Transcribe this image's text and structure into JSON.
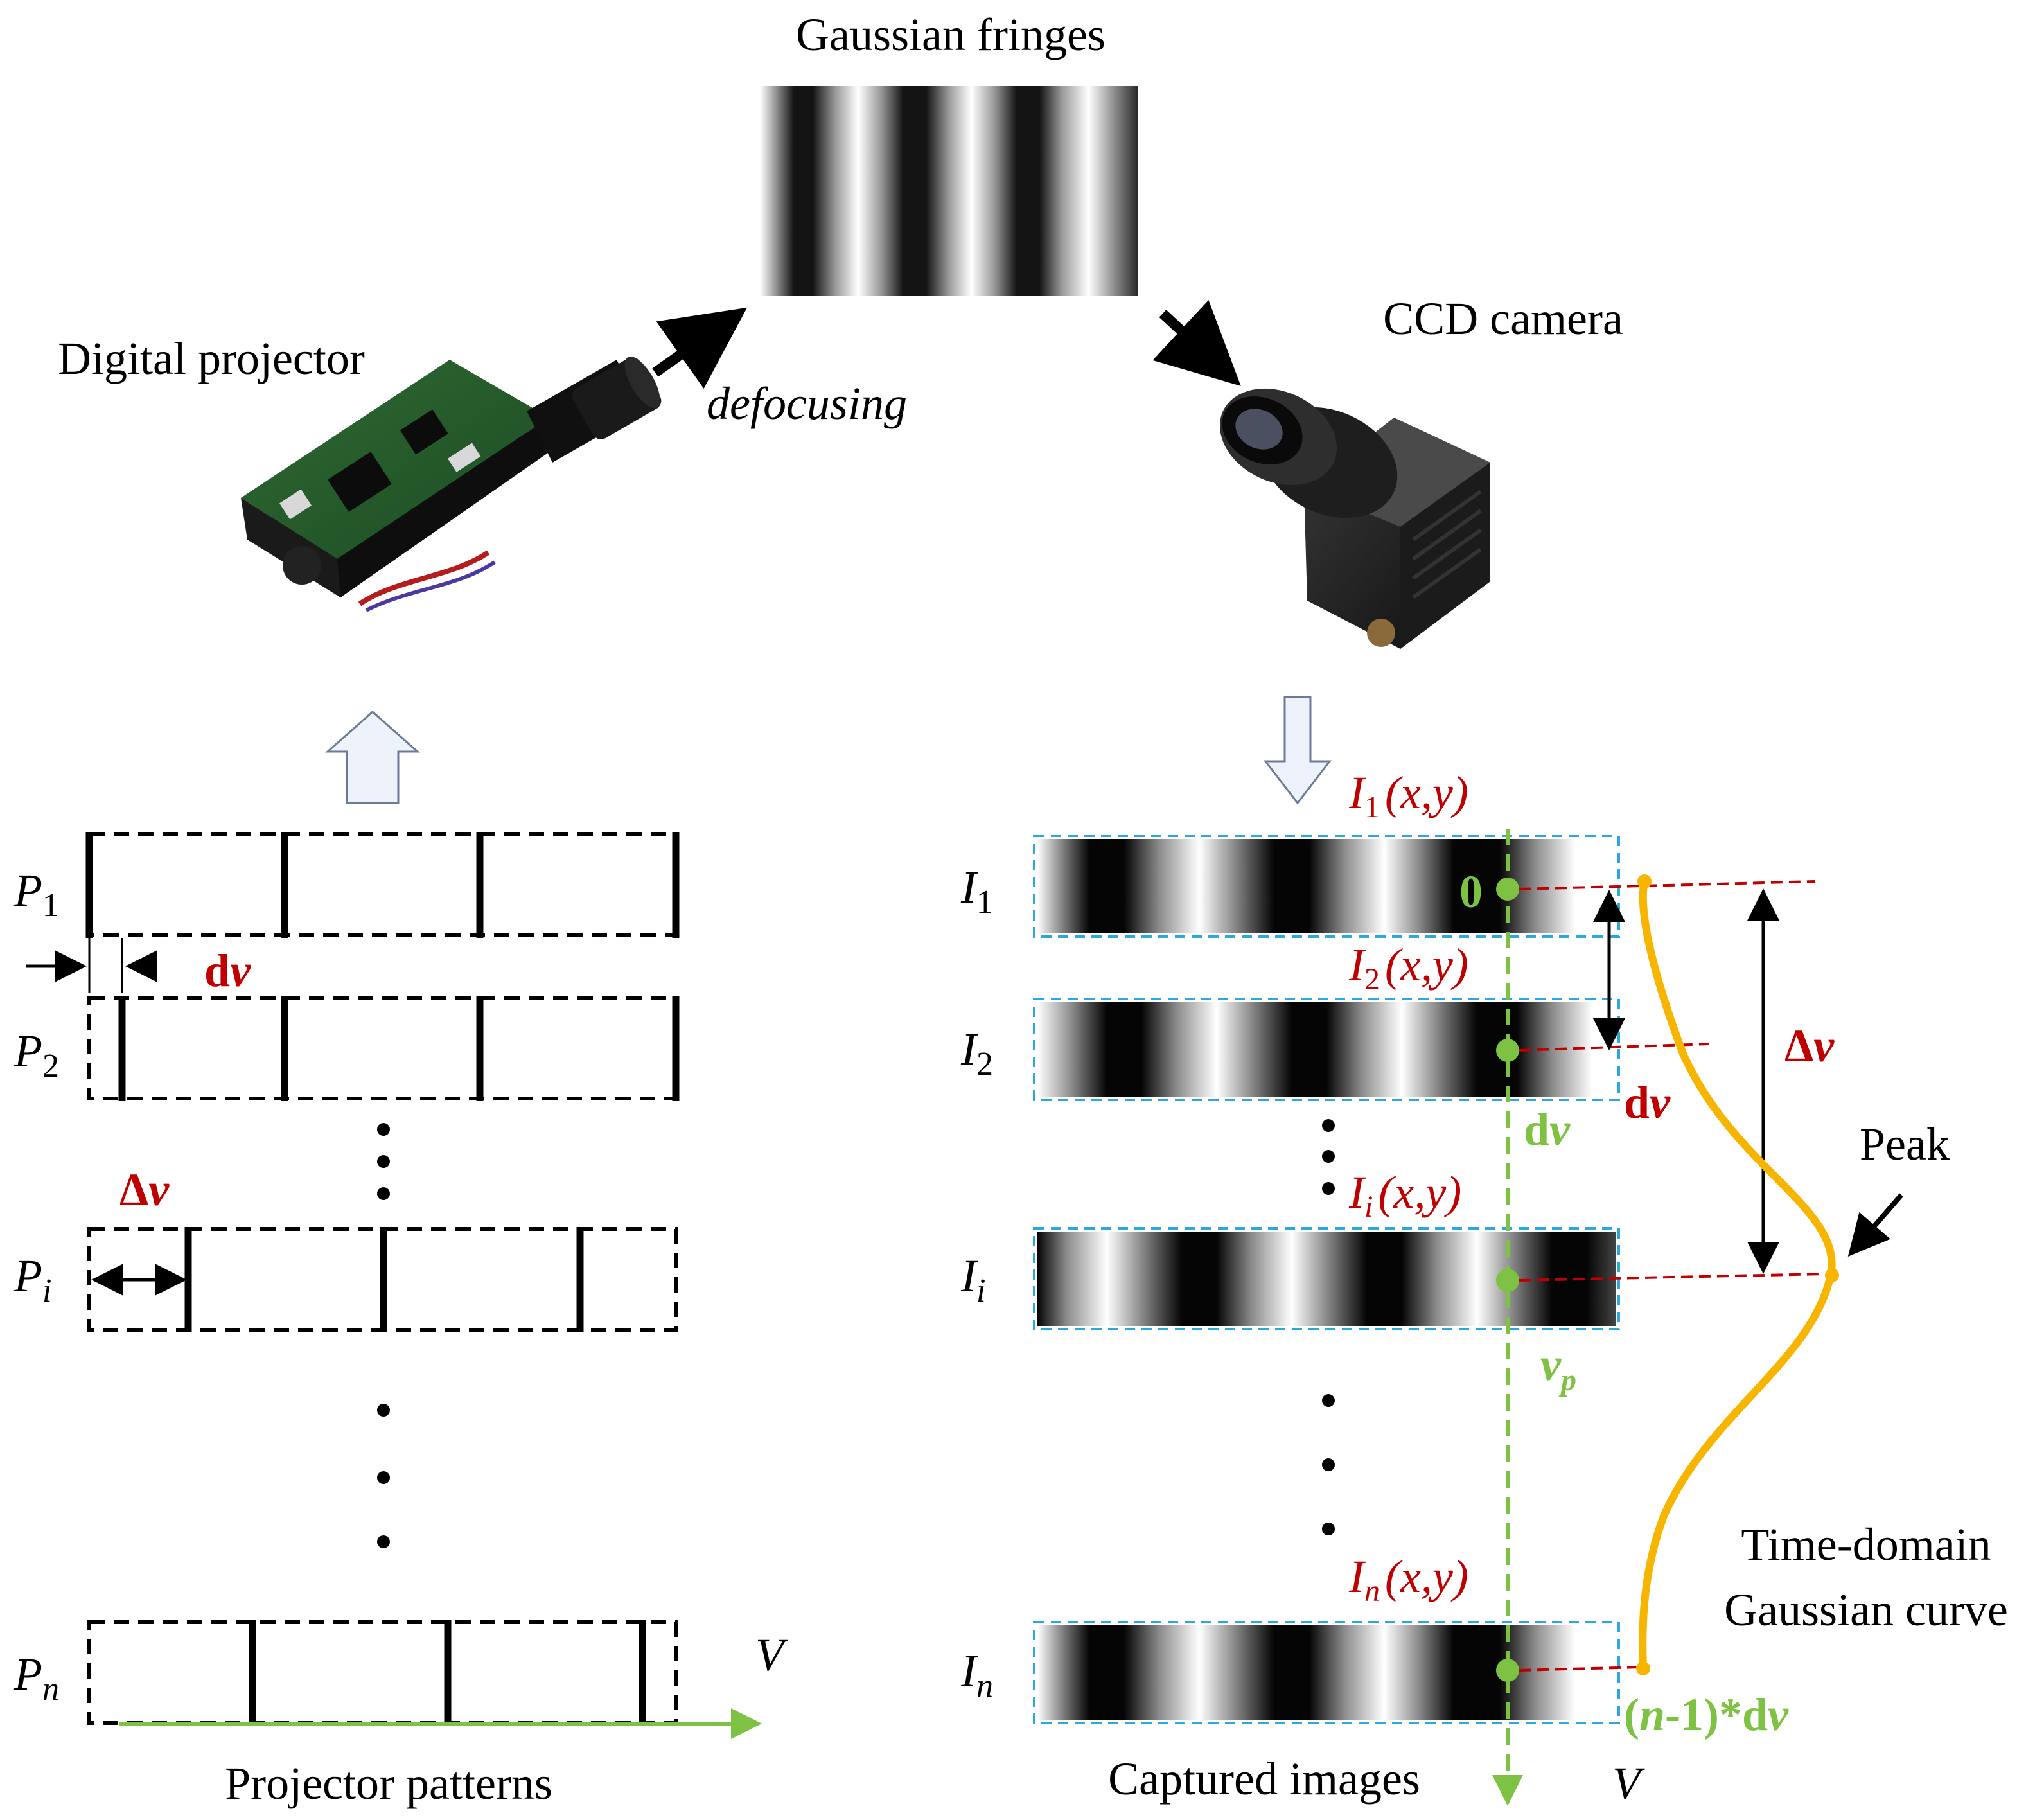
{
  "top": {
    "fringes_title": "Gaussian fringes",
    "projector_label": "Digital projector",
    "defocusing_label": "defocusing",
    "camera_label": "CCD camera"
  },
  "patterns": {
    "rows": [
      {
        "sym": "P",
        "sub": "1"
      },
      {
        "sym": "P",
        "sub": "2"
      },
      {
        "sym": "P",
        "sub": "i"
      },
      {
        "sym": "P",
        "sub": "n"
      }
    ],
    "dv_label": {
      "d": "d",
      "v": "v"
    },
    "delta_label": {
      "d": "Δ",
      "v": "v"
    },
    "axis_label": "V",
    "caption": "Projector patterns"
  },
  "captured": {
    "rows": [
      {
        "sym": "I",
        "sub": "1",
        "fn": "(x,y)"
      },
      {
        "sym": "I",
        "sub": "2",
        "fn": "(x,y)"
      },
      {
        "sym": "I",
        "sub": "i",
        "fn": "(x,y)"
      },
      {
        "sym": "I",
        "sub": "n",
        "fn": "(x,y)"
      }
    ],
    "zero_label": "0",
    "dv_green": {
      "d": "d",
      "v": "v"
    },
    "dv_red": {
      "d": "d",
      "v": "v"
    },
    "vp_label": {
      "v": "v",
      "p": "p"
    },
    "n1dv_label": {
      "open": "(",
      "n": "n",
      "rest": "-1)*d",
      "v": "v"
    },
    "delta_label": {
      "d": "Δ",
      "v": "v"
    },
    "peak_label": "Peak",
    "curve_label_1": "Time-domain",
    "curve_label_2": "Gaussian curve",
    "caption": "Captured images",
    "axis_label": "V"
  },
  "colors": {
    "label_red": "#c00000",
    "guide_green": "#7dc242",
    "curve_orange": "#f7b500",
    "box_blue": "#2aa8e0",
    "hollow_arrow_fill": "#eef2fb",
    "hollow_arrow_stroke": "#6b7a99"
  },
  "icons": {
    "projector": "projector-image",
    "camera": "ccd-camera-image"
  }
}
